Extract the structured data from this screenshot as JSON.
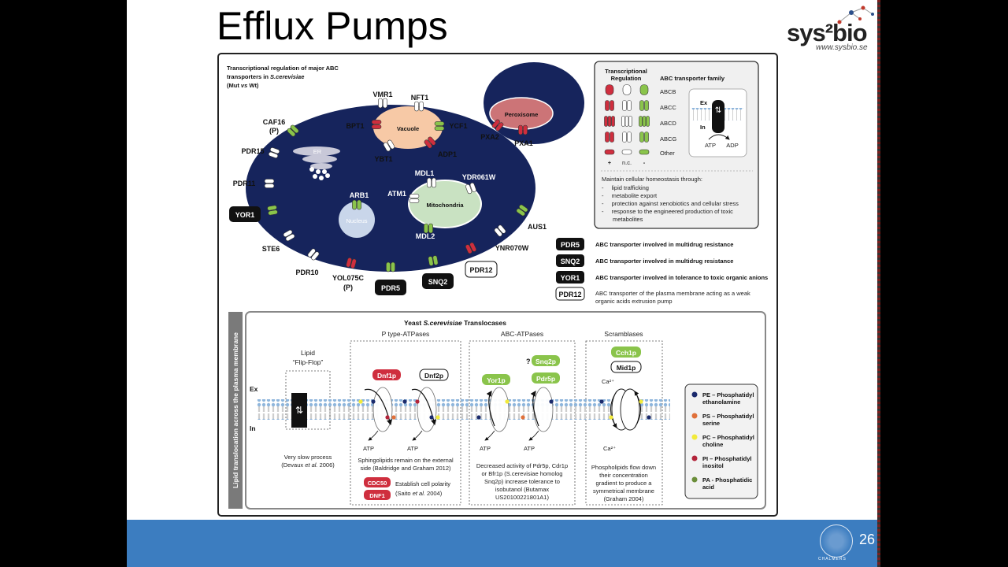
{
  "slide": {
    "title": "Efflux Pumps",
    "logo_text": "sys²bio",
    "logo_url": "www.sysbio.se",
    "page_number": "26",
    "footer_org": "CHALMERS"
  },
  "colors": {
    "cell": "#16245c",
    "red": "#cf2e3e",
    "green": "#8ac44b",
    "footer": "#3c7dc0"
  },
  "top_panel": {
    "heading1": "Transcriptional regulation of major ABC",
    "heading2": "transporters in",
    "heading2_species": "S.cerevisiae",
    "heading3": "(Mut",
    "heading3_vs": "vs",
    "heading3_end": "Wt)",
    "organelles": {
      "vacuole": "Vacuole",
      "peroxisome": "Peroxisome",
      "er": "ER",
      "nucleus": "Nucleus",
      "mitochondria": "Mitochondria"
    },
    "transporters": {
      "vmr1": "VMR1",
      "nft1": "NFT1",
      "bpt1": "BPT1",
      "ycf1": "YCF1",
      "ybt1": "YBT1",
      "adp1": "ADP1",
      "pxa2": "PXA2",
      "pxa1": "PXA1",
      "caf16": "CAF16",
      "caf16_p": "(P)",
      "pdr15": "PDR15",
      "pdr11": "PDR11",
      "yor1": "YOR1",
      "ste6": "STE6",
      "pdr10": "PDR10",
      "yol075c": "YOL075C",
      "yol075c_p": "(P)",
      "pdr5": "PDR5",
      "snq2": "SNQ2",
      "pdr12": "PDR12",
      "ynr070w": "YNR070W",
      "aus1": "AUS1",
      "mdl1": "MDL1",
      "mdl2": "MDL2",
      "atm1": "ATM1",
      "ydr061w": "YDR061W",
      "arb1": "ARB1"
    },
    "legend": {
      "col_reg_1": "Transcriptional",
      "col_reg_2": "Regulation",
      "col_family": "ABC transporter family",
      "families": [
        "ABCB",
        "ABCC",
        "ABCD",
        "ABCG",
        "Other"
      ],
      "signs": [
        "+",
        "n.c.",
        "-"
      ],
      "inset_ex": "Ex",
      "inset_in": "In",
      "inset_atp": "ATP",
      "inset_adp": "ADP",
      "func_title": "Maintain cellular homeostasis through:",
      "functions": [
        "lipid trafficking",
        "metabolite export",
        "protection against xenobiotics and cellular stress",
        "response to the engineered production of toxic",
        "metabolites"
      ]
    },
    "key": [
      {
        "tag": "PDR5",
        "text": "ABC transporter involved in multidrug resistance",
        "style": "dark"
      },
      {
        "tag": "SNQ2",
        "text": "ABC transporter involved in multidrug resistance",
        "style": "dark"
      },
      {
        "tag": "YOR1",
        "text": "ABC transporter involved in tolerance to toxic organic anions",
        "style": "dark"
      },
      {
        "tag": "PDR12",
        "text": "ABC transporter of the plasma membrane acting as a weak",
        "text2": "organic acids extrusion pump",
        "style": "light"
      }
    ]
  },
  "bottom_panel": {
    "side_label": "Lipid translocation across the plasma membrane",
    "title_prefix": "Yeast",
    "title_species": "S.cerevisiae",
    "title_suffix": "Translocases",
    "ex": "Ex",
    "in": "In",
    "flipflop_1": "Lipid",
    "flipflop_2": "“Flip-Flop”",
    "flipflop_note_1": "Very slow process",
    "flipflop_note_2": "(Devaux",
    "flipflop_note_2b": "et al.",
    "flipflop_note_2c": "2006)",
    "sections": {
      "p_type": "P type-ATPases",
      "abc": "ABC-ATPases",
      "scram": "Scramblases"
    },
    "proteins": {
      "dnf1p": "Dnf1p",
      "dnf2p": "Dnf2p",
      "snq2p": "Snq2p",
      "question": "?",
      "yor1p": "Yor1p",
      "pdr5p": "Pdr5p",
      "cch1p": "Cch1p",
      "mid1p": "Mid1p"
    },
    "atp": "ATP",
    "ca_top": "Ca²⁺",
    "ca_bottom": "Ca²⁺",
    "p_note_1": "Sphingolipids remain on the external",
    "p_note_2": "side (Baldridge and Graham 2012)",
    "cdc50": "CDC50",
    "dnf1": "DNF1",
    "polarity_1": "Establish cell polarity",
    "polarity_2": "(Saito",
    "polarity_2b": "et al.",
    "polarity_2c": "2004)",
    "abc_note": [
      "Decreased activity of Pdr5p, Cdr1p",
      "or Bfr1p (S.cerevisiae homolog",
      "Snq2p) increase tolerance to",
      "isobutanol (Butamax",
      "US20100221801A1)"
    ],
    "scram_note": [
      "Phospholipids flow down",
      "their concentration",
      "gradient to produce a",
      "symmetrical membrane",
      "(Graham 2004)"
    ],
    "lipid_legend": [
      {
        "l1": "PE – Phosphatidyl",
        "l2": "ethanolamine",
        "color": "#1a2a6c"
      },
      {
        "l1": "PS – Phosphatidyl",
        "l2": "serine",
        "color": "#e0703a"
      },
      {
        "l1": "PC – Phosphatidyl",
        "l2": "choline",
        "color": "#f2ea3a"
      },
      {
        "l1": "PI – Phosphatidyl",
        "l2": "inositol",
        "color": "#b3243a"
      },
      {
        "l1": "PA - Phosphatidic",
        "l2": "acid",
        "color": "#6b8e3a"
      }
    ]
  }
}
